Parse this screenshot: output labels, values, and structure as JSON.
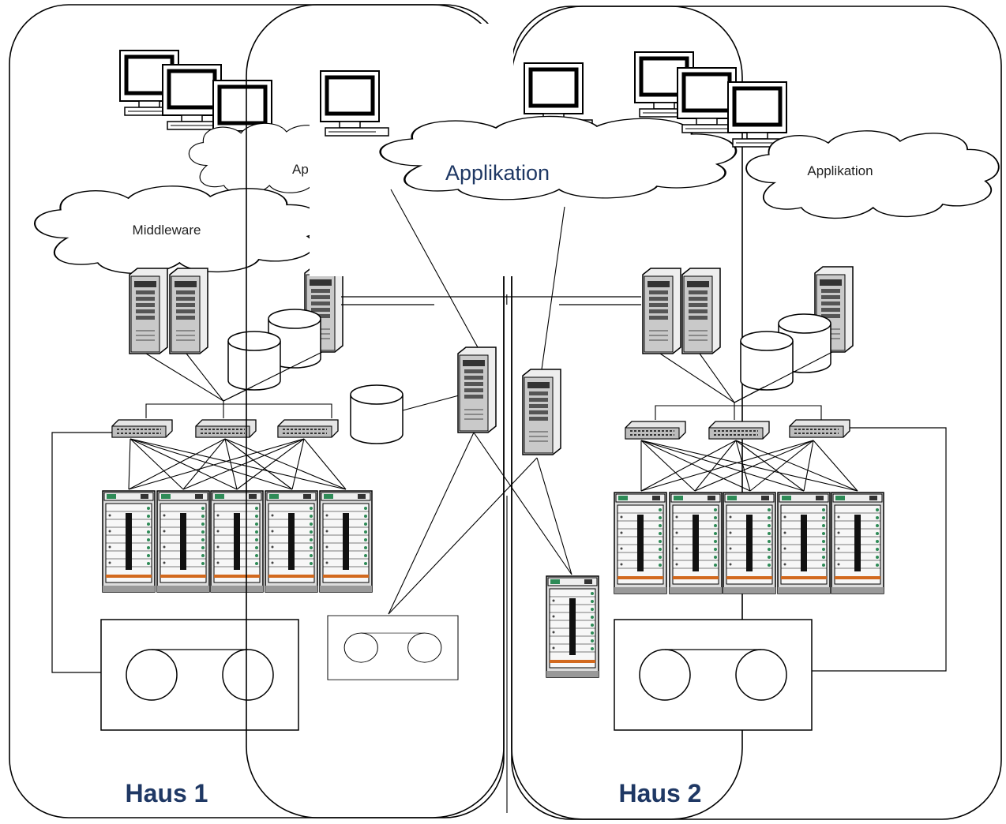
{
  "clouds": {
    "middleware": "Middleware",
    "app_left": "Ap",
    "app_center": "Applikation",
    "app_right": "Applikation"
  },
  "houses": {
    "left": "Haus 1",
    "right": "Haus 2"
  },
  "link_marker": "||",
  "colors": {
    "label": "#1f3864",
    "line": "#000000",
    "rack_accent_green": "#2e8b57",
    "rack_accent_orange": "#d2691e"
  }
}
